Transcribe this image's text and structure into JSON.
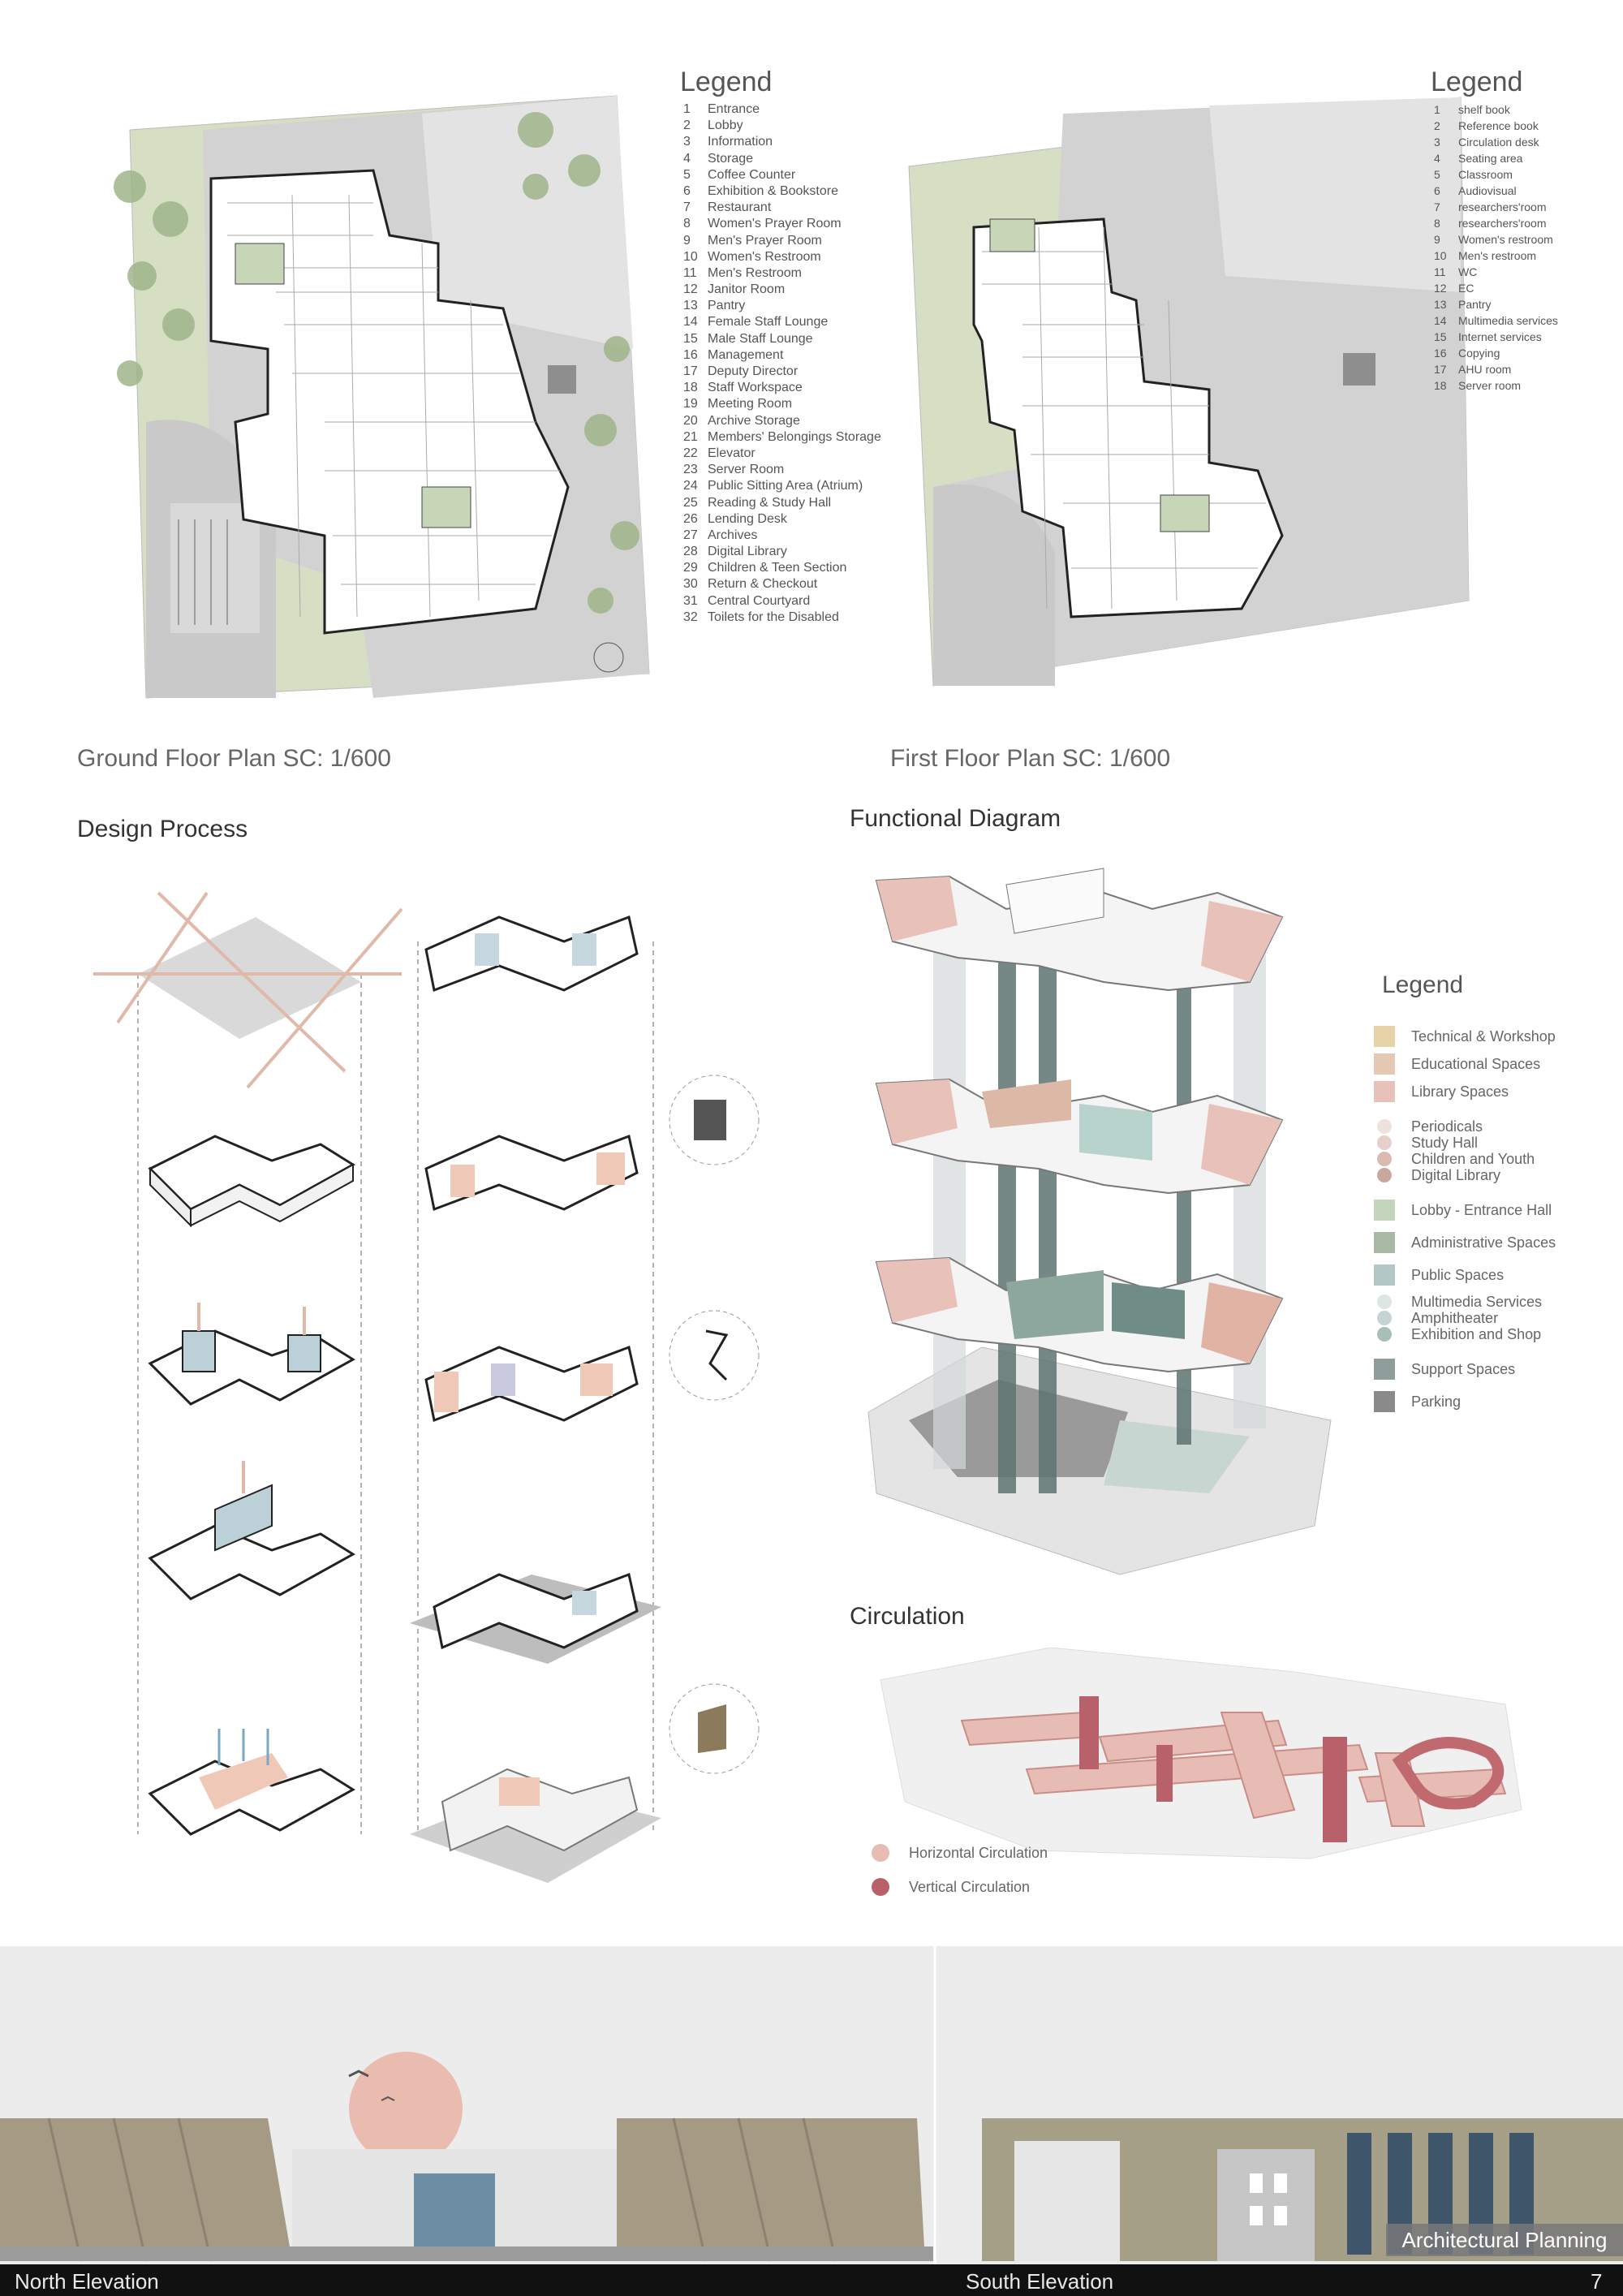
{
  "ground_plan": {
    "caption": "Ground Floor Plan  SC: 1/600",
    "legend_title": "Legend",
    "legend": [
      {
        "n": "1",
        "label": "Entrance"
      },
      {
        "n": "2",
        "label": "Lobby"
      },
      {
        "n": "3",
        "label": "Information"
      },
      {
        "n": "4",
        "label": "Storage"
      },
      {
        "n": "5",
        "label": "Coffee Counter"
      },
      {
        "n": "6",
        "label": "Exhibition & Bookstore"
      },
      {
        "n": "7",
        "label": "Restaurant"
      },
      {
        "n": "8",
        "label": "Women's Prayer Room"
      },
      {
        "n": "9",
        "label": "Men's Prayer Room"
      },
      {
        "n": "10",
        "label": "Women's Restroom"
      },
      {
        "n": "11",
        "label": "Men's Restroom"
      },
      {
        "n": "12",
        "label": "Janitor Room"
      },
      {
        "n": "13",
        "label": "Pantry"
      },
      {
        "n": "14",
        "label": "Female Staff Lounge"
      },
      {
        "n": "15",
        "label": "Male Staff Lounge"
      },
      {
        "n": "16",
        "label": "Management"
      },
      {
        "n": "17",
        "label": "Deputy Director"
      },
      {
        "n": "18",
        "label": "Staff Workspace"
      },
      {
        "n": "19",
        "label": "Meeting Room"
      },
      {
        "n": "20",
        "label": "Archive Storage"
      },
      {
        "n": "21",
        "label": "Members' Belongings Storage"
      },
      {
        "n": "22",
        "label": "Elevator"
      },
      {
        "n": "23",
        "label": "Server Room"
      },
      {
        "n": "24",
        "label": "Public Sitting Area (Atrium)"
      },
      {
        "n": "25",
        "label": "Reading & Study Hall"
      },
      {
        "n": "26",
        "label": "Lending Desk"
      },
      {
        "n": "27",
        "label": "Archives"
      },
      {
        "n": "28",
        "label": "Digital Library"
      },
      {
        "n": "29",
        "label": "Children & Teen Section"
      },
      {
        "n": "30",
        "label": "Return & Checkout"
      },
      {
        "n": "31",
        "label": "Central Courtyard"
      },
      {
        "n": "32",
        "label": "Toilets for the Disabled"
      }
    ]
  },
  "first_plan": {
    "caption": "First Floor Plan  SC: 1/600",
    "legend_title": "Legend",
    "legend": [
      {
        "n": "1",
        "label": "shelf book"
      },
      {
        "n": "2",
        "label": "Reference book"
      },
      {
        "n": "3",
        "label": "Circulation desk"
      },
      {
        "n": "4",
        "label": "Seating area"
      },
      {
        "n": "5",
        "label": "Classroom"
      },
      {
        "n": "6",
        "label": "Audiovisual"
      },
      {
        "n": "7",
        "label": "researchers'room"
      },
      {
        "n": "8",
        "label": "researchers'room"
      },
      {
        "n": "9",
        "label": "Women's restroom"
      },
      {
        "n": "10",
        "label": "Men's restroom"
      },
      {
        "n": "11",
        "label": "WC"
      },
      {
        "n": "12",
        "label": "EC"
      },
      {
        "n": "13",
        "label": "Pantry"
      },
      {
        "n": "14",
        "label": "Multimedia services"
      },
      {
        "n": "15",
        "label": "Internet services"
      },
      {
        "n": "16",
        "label": "Copying"
      },
      {
        "n": "17",
        "label": "AHU room"
      },
      {
        "n": "18",
        "label": "Server room"
      }
    ]
  },
  "design_process": {
    "title": "Design Process"
  },
  "functional": {
    "title": "Functional Diagram",
    "legend_title": "Legend",
    "legend": [
      {
        "label": "Technical & Workshop",
        "color": "#e6d3a8",
        "kind": "swatch"
      },
      {
        "label": "Educational Spaces",
        "color": "#e6c9b4",
        "kind": "swatch"
      },
      {
        "label": "Library Spaces",
        "color": "#e8c2b8",
        "kind": "swatch"
      },
      {
        "label": "Periodicals",
        "color": "#efe2de",
        "kind": "dot"
      },
      {
        "label": "Study Hall",
        "color": "#e8cfca",
        "kind": "dot"
      },
      {
        "label": "Children and Youth",
        "color": "#dcbab2",
        "kind": "dot"
      },
      {
        "label": "Digital Library",
        "color": "#c9a79d",
        "kind": "dot"
      },
      {
        "label": "Lobby - Entrance Hall",
        "color": "#c4d4bd",
        "kind": "swatch"
      },
      {
        "label": "Administrative Spaces",
        "color": "#a9b9a4",
        "kind": "swatch"
      },
      {
        "label": "Public Spaces",
        "color": "#b3c7c6",
        "kind": "swatch"
      },
      {
        "label": "Multimedia Services",
        "color": "#dde6e4",
        "kind": "dot"
      },
      {
        "label": "Amphitheater",
        "color": "#c6d4d1",
        "kind": "dot"
      },
      {
        "label": "Exhibition and Shop",
        "color": "#a9bdb9",
        "kind": "dot"
      },
      {
        "label": "Support Spaces",
        "color": "#8e9e9a",
        "kind": "swatch"
      },
      {
        "label": "Parking",
        "color": "#8a8a8a",
        "kind": "swatch"
      }
    ]
  },
  "circulation": {
    "title": "Circulation",
    "legend": [
      {
        "label": "Horizontal Circulation",
        "color": "#e6bcb4"
      },
      {
        "label": "Vertical Circulation",
        "color": "#b9616a"
      }
    ]
  },
  "elevations": {
    "north": "North Elevation",
    "south": "South Elevation",
    "tag": "Architectural Planning",
    "page_number": "7"
  }
}
